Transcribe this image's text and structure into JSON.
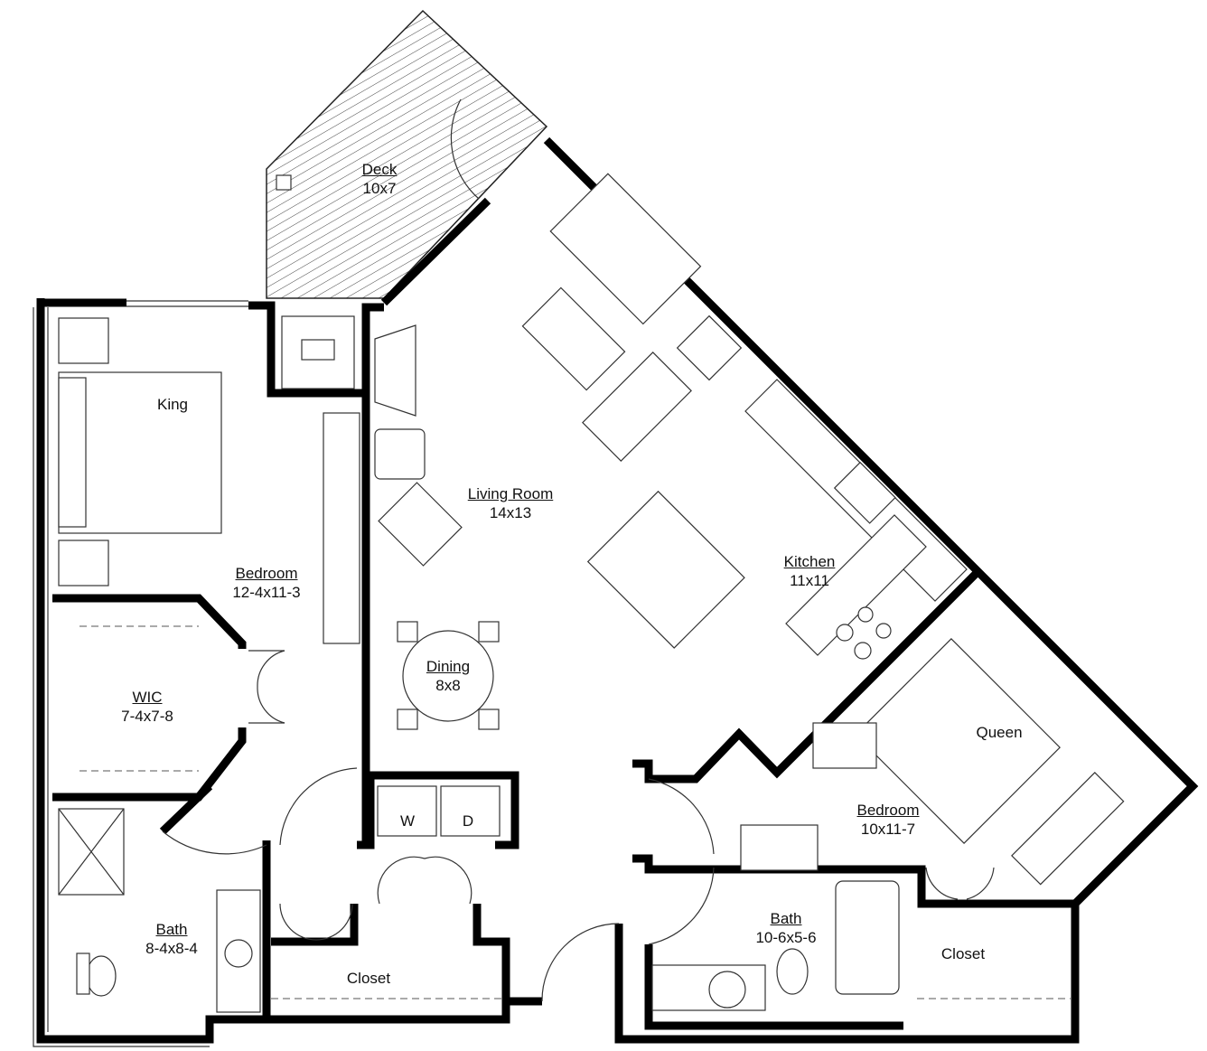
{
  "rooms": {
    "deck": {
      "name": "Deck",
      "size": "10x7"
    },
    "king": {
      "name": "King"
    },
    "living": {
      "name": "Living Room",
      "size": "14x13"
    },
    "bedroom1": {
      "name": "Bedroom",
      "size": "12-4x11-3"
    },
    "kitchen": {
      "name": "Kitchen",
      "size": "11x11"
    },
    "wic": {
      "name": "WIC",
      "size": "7-4x7-8"
    },
    "dining": {
      "name": "Dining",
      "size": "8x8"
    },
    "queen": {
      "name": "Queen"
    },
    "bedroom2": {
      "name": "Bedroom",
      "size": "10x11-7"
    },
    "washer": {
      "name": "W"
    },
    "dryer": {
      "name": "D"
    },
    "bath1": {
      "name": "Bath",
      "size": "8-4x8-4"
    },
    "bath2": {
      "name": "Bath",
      "size": "10-6x5-6"
    },
    "closet1": {
      "name": "Closet"
    },
    "closet2": {
      "name": "Closet"
    }
  }
}
